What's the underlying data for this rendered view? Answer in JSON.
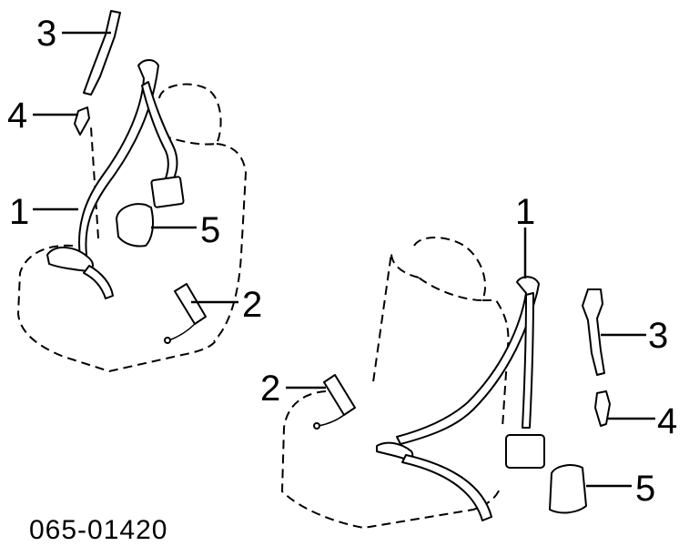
{
  "callouts": {
    "left": {
      "n1": "1",
      "n2": "2",
      "n3": "3",
      "n4": "4",
      "n5": "5"
    },
    "right": {
      "n1": "1",
      "n2": "2",
      "n3": "3",
      "n4": "4",
      "n5": "5"
    }
  },
  "diagram_code": "065-01420"
}
